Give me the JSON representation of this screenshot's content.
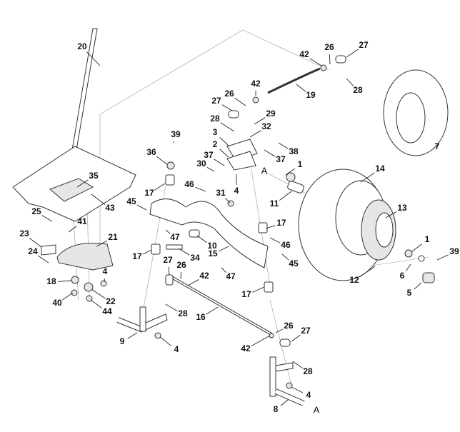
{
  "diagram": {
    "type": "exploded parts diagram",
    "callouts": [
      "20",
      "42",
      "26",
      "27",
      "28",
      "19",
      "42",
      "26",
      "27",
      "29",
      "28",
      "32",
      "3",
      "2",
      "38",
      "37",
      "37",
      "30",
      "1",
      "14",
      "39",
      "36",
      "4",
      "17",
      "46",
      "31",
      "45",
      "11",
      "7",
      "13",
      "35",
      "43",
      "25",
      "41",
      "23",
      "21",
      "24",
      "47",
      "10",
      "34",
      "15",
      "17",
      "46",
      "45",
      "47",
      "17",
      "27",
      "26",
      "42",
      "1",
      "39",
      "6",
      "12",
      "5",
      "4",
      "18",
      "40",
      "22",
      "44",
      "17",
      "28",
      "16",
      "9",
      "4",
      "42",
      "26",
      "27",
      "28",
      "4",
      "8"
    ],
    "reference_marks": [
      "A",
      "A"
    ]
  }
}
